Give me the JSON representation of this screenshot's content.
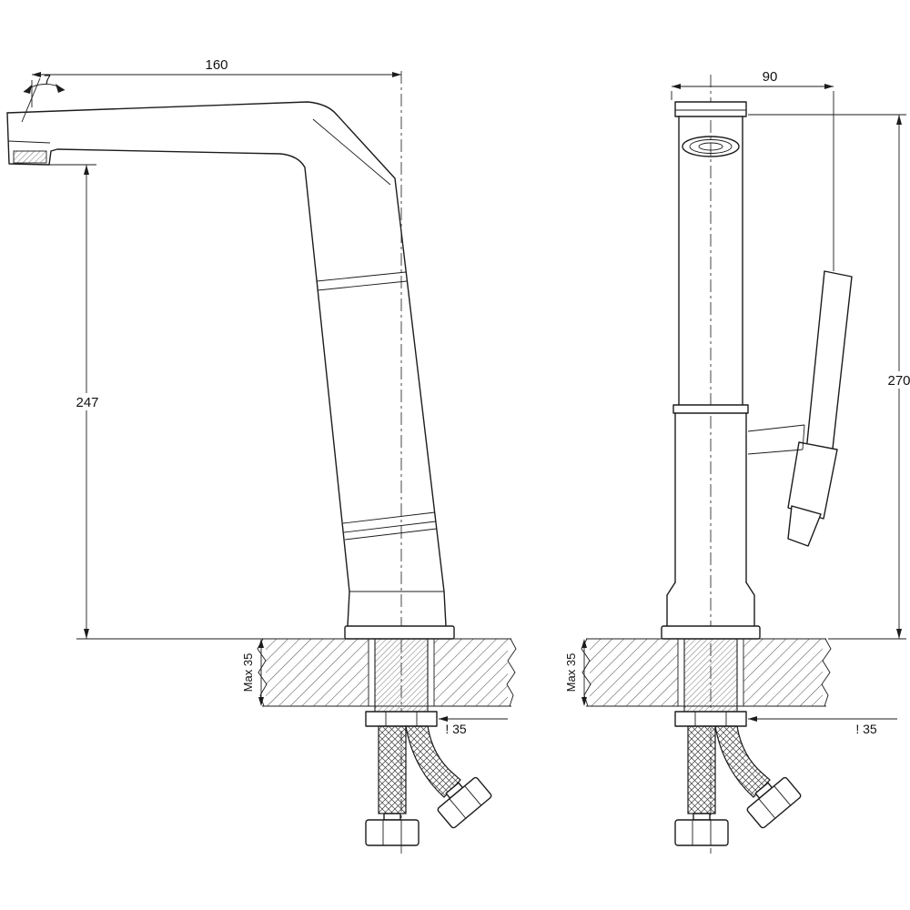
{
  "drawing": {
    "type": "technical-drawing",
    "subject": "kitchen faucet two-view installation dimension drawing",
    "background": "#ffffff",
    "line_color": "#1c1c1c",
    "hatch_color": "#4a4a4a",
    "side_view": {
      "spout_reach": "160",
      "swivel_angle": "7",
      "height": "247",
      "max_counter": "Max 35",
      "hole": "! 35"
    },
    "front_view": {
      "width": "90",
      "height": "270",
      "max_counter": "Max 35",
      "hole": "! 35"
    }
  }
}
